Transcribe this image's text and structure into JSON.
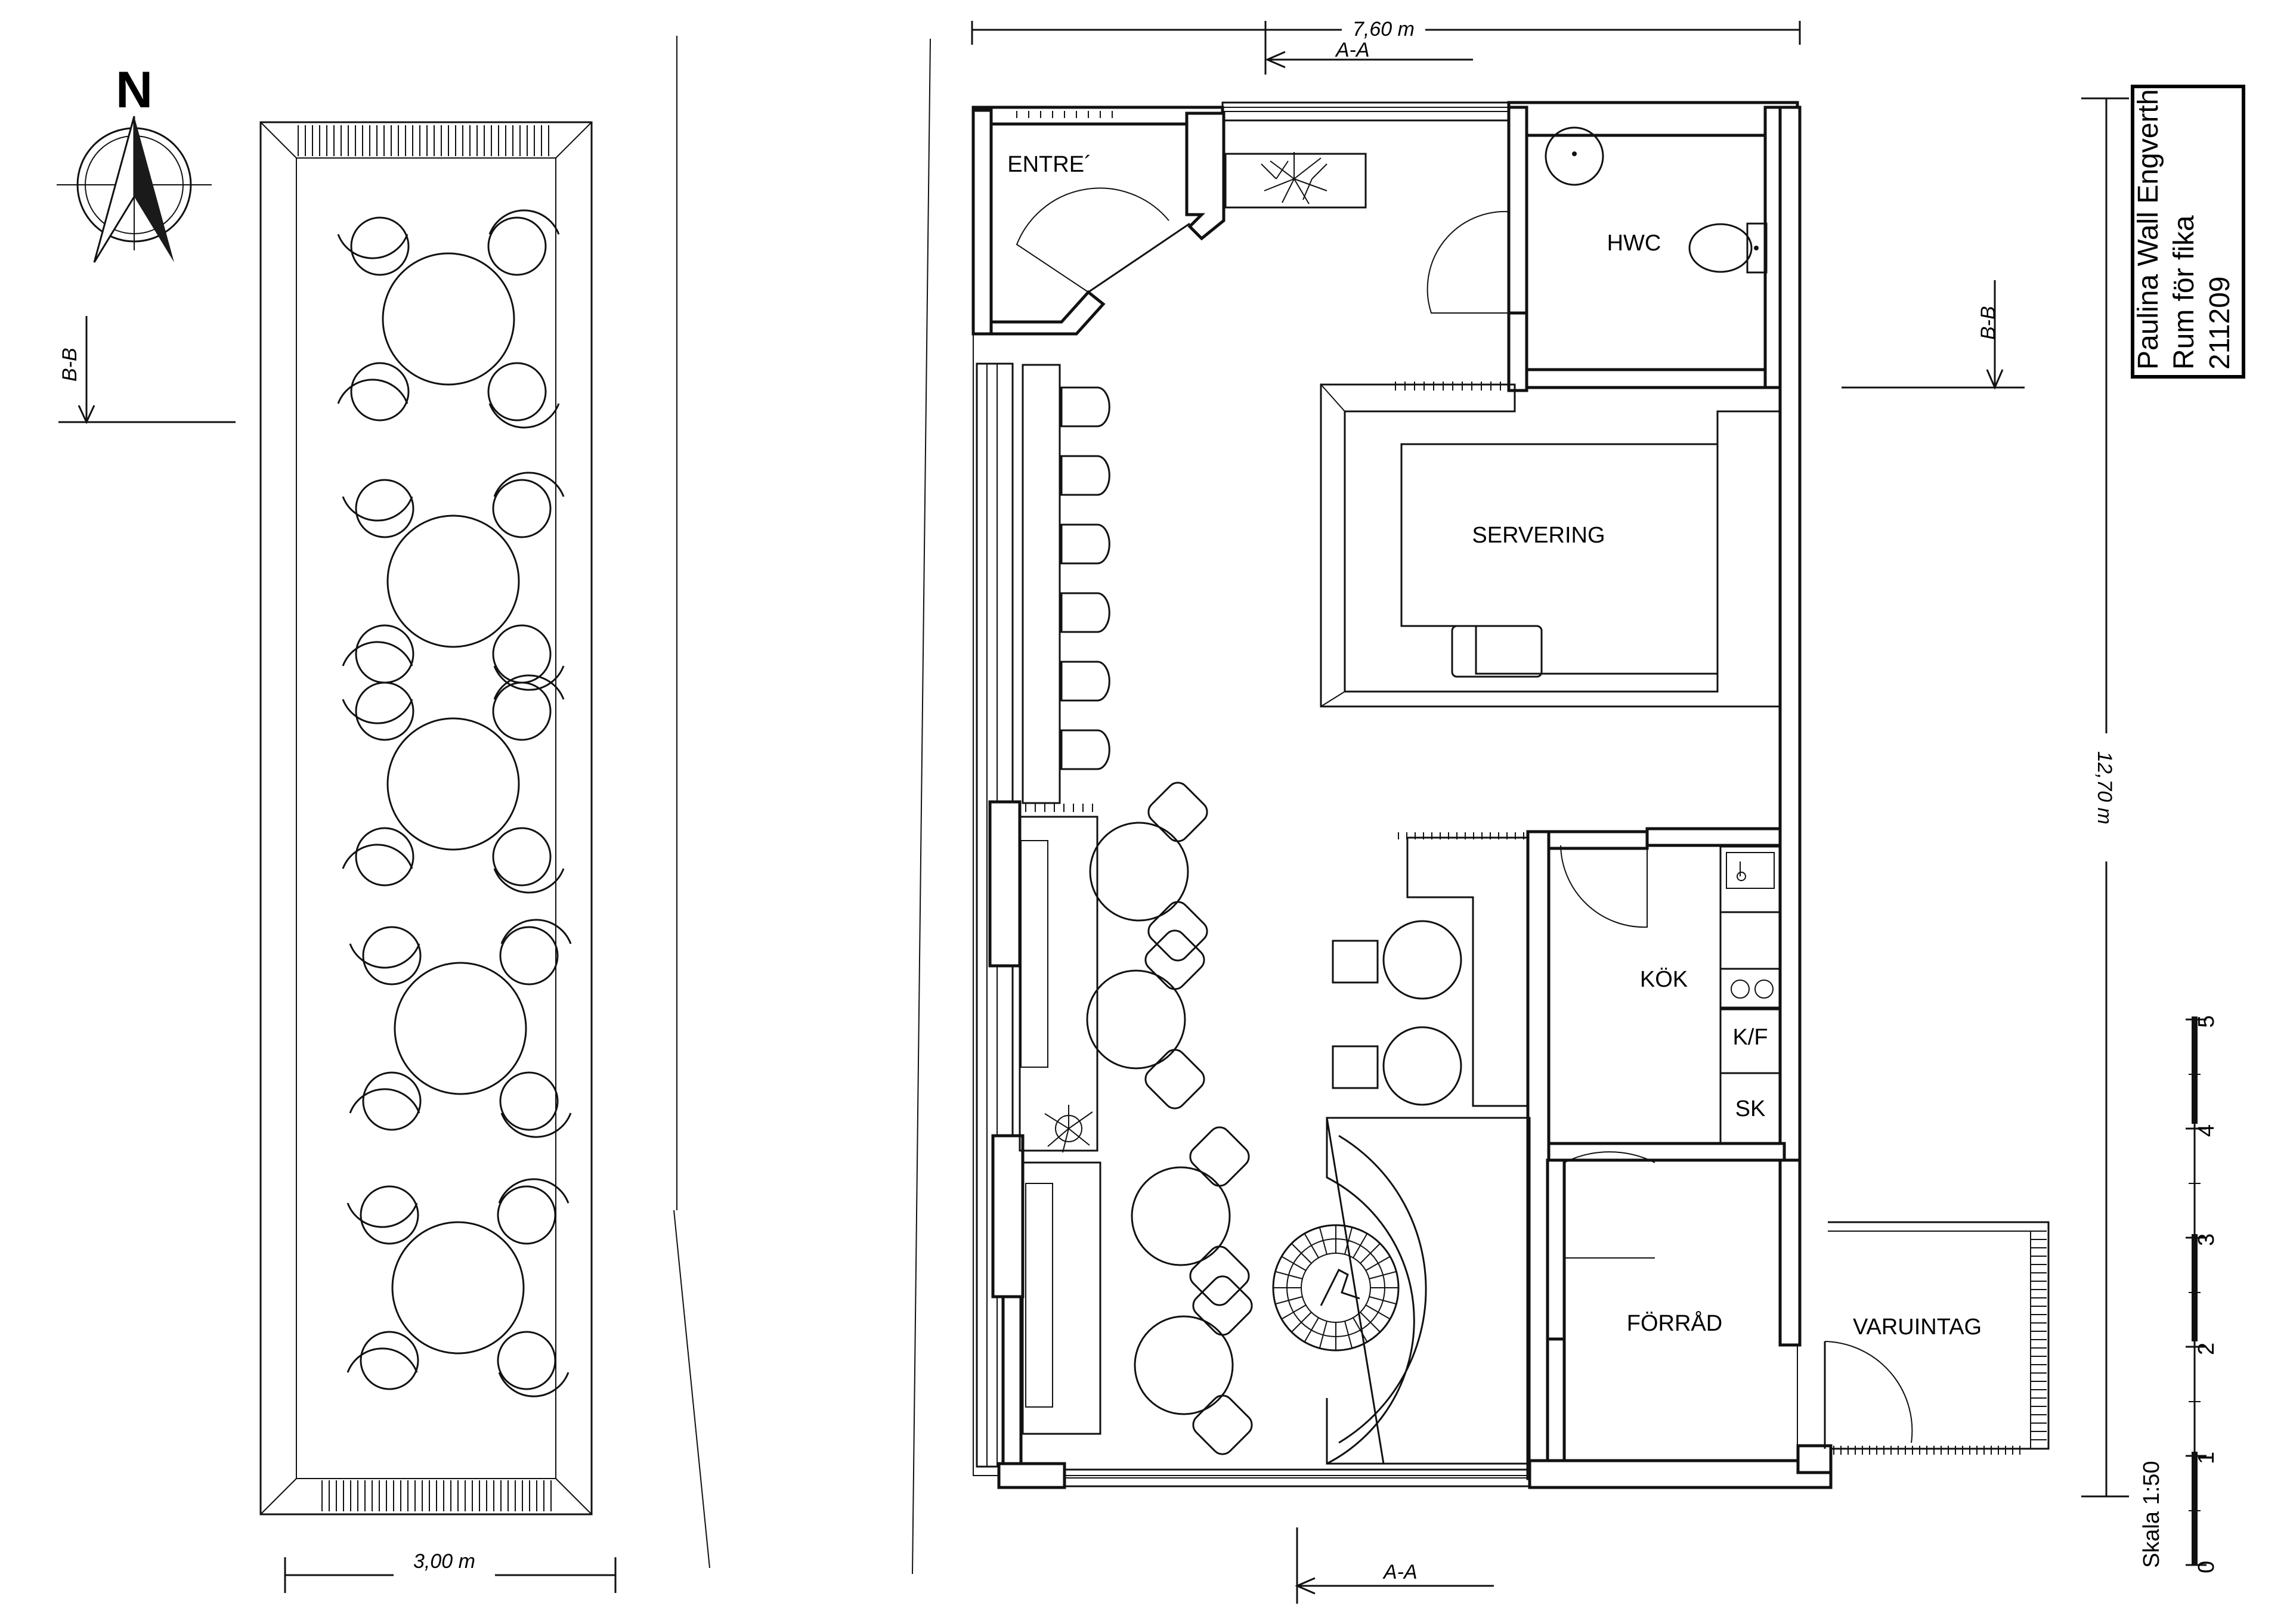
{
  "north": {
    "label": "N"
  },
  "title_block": {
    "line1": "Paulina Wall Engverth",
    "line2": "Rum för fika",
    "line3": "211209"
  },
  "dimensions": {
    "top_width": "7,60 m",
    "right_height": "12,70 m",
    "terrace_width": "3,00 m"
  },
  "sections": {
    "aa_top": "A-A",
    "aa_bottom": "A-A",
    "bb_left": "B-B",
    "bb_right": "B-B"
  },
  "rooms": {
    "entre": "ENTRE´",
    "hwc": "HWC",
    "servering": "SERVERING",
    "kok": "KÖK",
    "kf": "K/F",
    "sk": "SK",
    "forrad": "FÖRRÅD",
    "varuintag": "VARUINTAG"
  },
  "scale": {
    "label": "Skala 1:50",
    "ticks": [
      "0",
      "1",
      "2",
      "3",
      "4",
      "5"
    ]
  }
}
